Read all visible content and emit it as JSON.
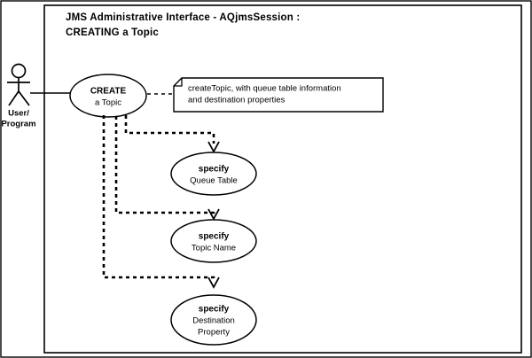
{
  "diagram": {
    "kind": "uml-use-case-diagram",
    "title_lines": [
      "JMS Administrative Interface  -  AQjmsSession :",
      "CREATING a Topic"
    ],
    "actor": {
      "name": "user-program-actor",
      "label_lines": [
        "User/",
        "Program"
      ]
    },
    "primary_use_case": {
      "name": "create-a-topic",
      "line1": "CREATE",
      "line2": "a Topic"
    },
    "note": {
      "name": "create-topic-note",
      "line1": "createTopic, with queue table information",
      "line2": "and destination properties"
    },
    "sub_use_cases": [
      {
        "name": "specify-queue-table",
        "line1": "specify",
        "line2": "Queue Table",
        "line3": ""
      },
      {
        "name": "specify-topic-name",
        "line1": "specify",
        "line2": "Topic Name",
        "line3": ""
      },
      {
        "name": "specify-destination-property",
        "line1": "specify",
        "line2": "Destination",
        "line3": "Property"
      }
    ],
    "colors": {
      "stroke": "#000000",
      "fill": "#ffffff",
      "background": "#ffffff"
    }
  }
}
